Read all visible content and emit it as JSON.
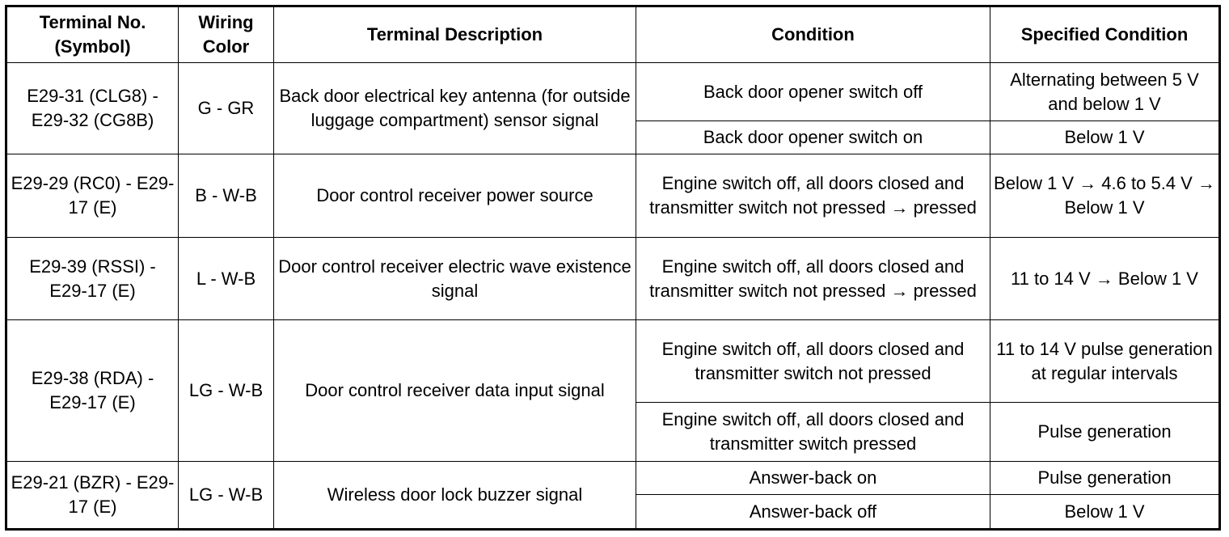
{
  "headers": {
    "terminal": "Terminal No. (Symbol)",
    "wiring": "Wiring Color",
    "description": "Terminal Description",
    "condition": "Condition",
    "specified": "Specified Condition"
  },
  "rows": [
    {
      "terminal": "E29-31 (CLG8) - E29-32 (CG8B)",
      "wiring": "G - GR",
      "description": "Back door electrical key antenna (for outside luggage compartment) sensor signal",
      "conditions": [
        {
          "condition": "Back door opener switch off",
          "specified": "Alternating between 5 V and below 1 V"
        },
        {
          "condition": "Back door opener switch on",
          "specified": "Below 1 V"
        }
      ]
    },
    {
      "terminal": "E29-29 (RC0) - E29-17 (E)",
      "wiring": "B - W-B",
      "description": "Door control receiver power source",
      "conditions": [
        {
          "condition": "Engine switch off, all doors closed and transmitter switch not pressed → pressed",
          "specified": "Below 1 V → 4.6 to 5.4 V → Below 1 V"
        }
      ]
    },
    {
      "terminal": "E29-39 (RSSI) - E29-17 (E)",
      "wiring": "L - W-B",
      "description": "Door control receiver electric wave existence signal",
      "conditions": [
        {
          "condition": "Engine switch off, all doors closed and transmitter switch not pressed → pressed",
          "specified": "11 to 14 V → Below 1 V"
        }
      ]
    },
    {
      "terminal": "E29-38 (RDA) - E29-17 (E)",
      "wiring": "LG - W-B",
      "description": "Door control receiver data input signal",
      "conditions": [
        {
          "condition": "Engine switch off, all doors closed and transmitter switch not pressed",
          "specified": "11 to 14 V pulse generation at regular intervals"
        },
        {
          "condition": "Engine switch off, all doors closed and transmitter switch pressed",
          "specified": "Pulse generation"
        }
      ]
    },
    {
      "terminal": "E29-21 (BZR) - E29-17 (E)",
      "wiring": "LG - W-B",
      "description": "Wireless door lock buzzer signal",
      "conditions": [
        {
          "condition": "Answer-back on",
          "specified": "Pulse generation"
        },
        {
          "condition": "Answer-back off",
          "specified": "Below 1 V"
        }
      ]
    }
  ]
}
